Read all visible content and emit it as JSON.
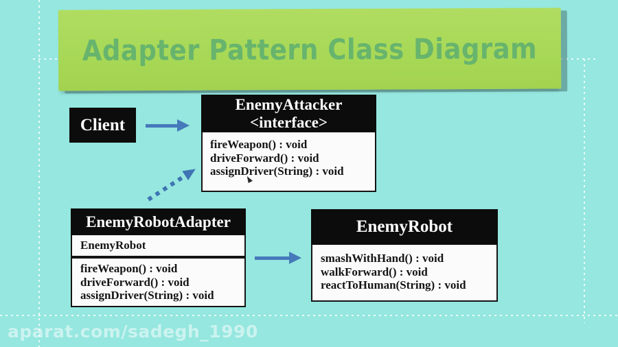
{
  "title": "Adapter Pattern Class Diagram",
  "watermark": "aparat.com/sadegh_1990",
  "colors": {
    "background_teal": "#95e7df",
    "banner_green": "#a6d754",
    "title_green": "#67b46d",
    "arrow_blue": "#4579ba",
    "box_black": "#0c0c0c",
    "box_white": "#fbfbfb"
  },
  "diagram": {
    "client": {
      "label": "Client"
    },
    "attacker": {
      "name": "EnemyAttacker",
      "stereotype": "<interface>",
      "methods": [
        "fireWeapon() : void",
        "driveForward() : void",
        "assignDriver(String) : void"
      ]
    },
    "adapter": {
      "name": "EnemyRobotAdapter",
      "field": "EnemyRobot",
      "methods": [
        "fireWeapon() : void",
        "driveForward() : void",
        "assignDriver(String) : void"
      ]
    },
    "robot": {
      "name": "EnemyRobot",
      "methods": [
        "smashWithHand() : void",
        "walkForward() : void",
        "reactToHuman(String) : void"
      ]
    }
  }
}
